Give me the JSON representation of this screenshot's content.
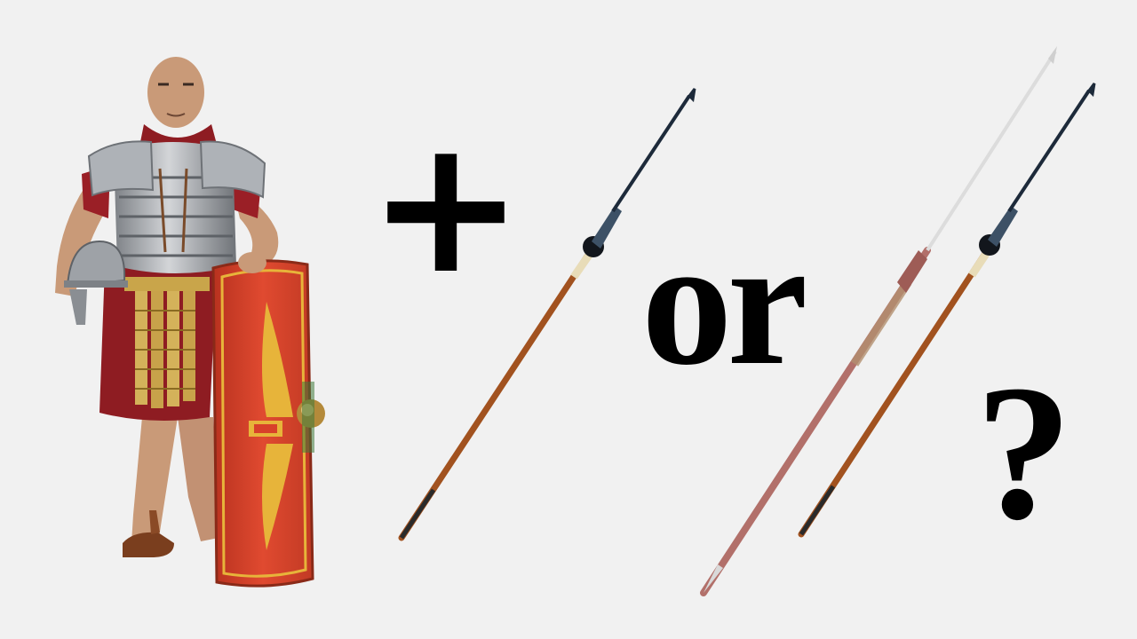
{
  "texts": {
    "plus": "+",
    "or": "or",
    "question": "?"
  },
  "colors": {
    "background": "#f1f1f1",
    "text": "#000000",
    "tunic": "#8e1c22",
    "armor": "#b9bcc0",
    "shield": "#d8402a",
    "shield_emblem": "#e7b43a",
    "pilum_shaft": "#9a4a1c",
    "pilum_iron": "#1d2a3a",
    "hasta_shaft": "#b2706a",
    "hasta_head": "#d9d9d9"
  },
  "images": {
    "soldier": "roman-legionary-figure",
    "weapon_1": "pilum",
    "weapon_2": "hasta-spear",
    "weapon_3": "pilum"
  }
}
